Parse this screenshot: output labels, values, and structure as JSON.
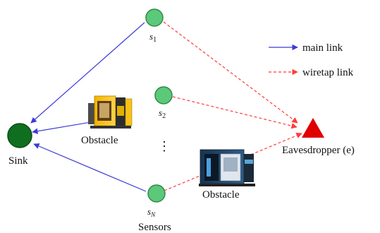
{
  "colors": {
    "sensor_fill": "#5cc87a",
    "sensor_stroke": "#2f8a47",
    "sink_fill": "#0f6e1f",
    "sink_stroke": "#0a4d15",
    "main_link": "#3b3bd6",
    "wiretap_link": "#ff3b3b",
    "eavesdropper": "#e00000"
  },
  "nodes": {
    "sink": {
      "label": "Sink",
      "icon": "sink-node"
    },
    "sensor_1": {
      "label": "s",
      "sub": "1",
      "icon": "sensor-node"
    },
    "sensor_2": {
      "label": "s",
      "sub": "2",
      "icon": "sensor-node"
    },
    "sensor_n": {
      "label": "s",
      "sub": "N",
      "icon": "sensor-node"
    },
    "ellipsis": "⋮",
    "sensors_group": "Sensors",
    "obstacle_left": {
      "label": "Obstacle",
      "icon": "machine-yellow"
    },
    "obstacle_right": {
      "label": "Obstacle",
      "icon": "machine-blue"
    },
    "eavesdropper": {
      "label": "Eavesdropper (e)",
      "icon": "red-triangle"
    }
  },
  "legend": {
    "main": "main link",
    "wiretap": "wiretap link"
  }
}
